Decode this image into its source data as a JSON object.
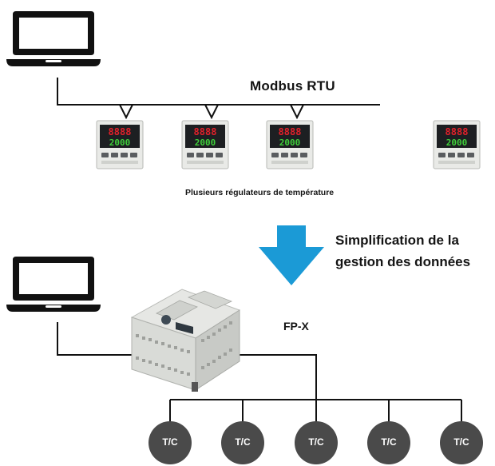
{
  "top": {
    "bus_label": "Modbus RTU",
    "controllers_caption": "Plusieurs régulateurs de température",
    "controller_display": {
      "pv": "8888",
      "sv": "2000"
    }
  },
  "transition": {
    "line1": "Simplification de la",
    "line2": "gestion des données"
  },
  "bottom": {
    "plc_label": "FP-X",
    "thermocouples": [
      "T/C",
      "T/C",
      "T/C",
      "T/C",
      "T/C"
    ]
  },
  "colors": {
    "arrow": "#1b9ad6",
    "thermocouple": "#4a4a4a",
    "line": "#111111",
    "controller_red": "#e0202a",
    "controller_green": "#3fcf3a"
  }
}
